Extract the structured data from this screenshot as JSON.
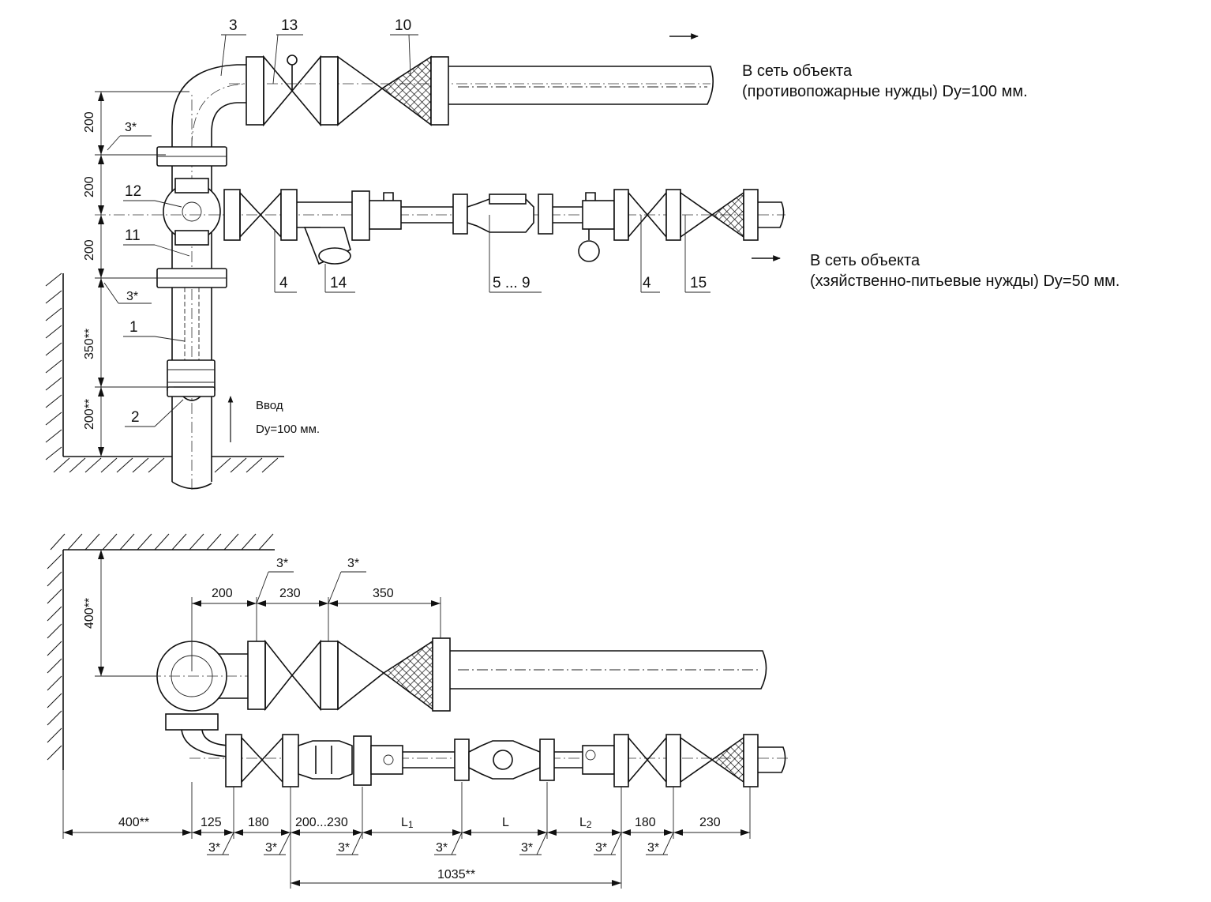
{
  "labels": {
    "n3": "3",
    "n13": "13",
    "n10": "10",
    "n12": "12",
    "n11": "11",
    "n1": "1",
    "n2": "2",
    "n4a": "4",
    "n14": "14",
    "n5_9": "5 ... 9",
    "n4b": "4",
    "n15": "15"
  },
  "outlets": {
    "fire_line1": "В сеть объекта",
    "fire_line2": "(противопожарные нужды) Dy=100 мм.",
    "domestic_line1": "В сеть объекта",
    "domestic_line2": "(хзяйственно-питьевые нужды) Dy=50 мм."
  },
  "inlet": {
    "line1": "Ввод",
    "line2": "Dy=100 мм."
  },
  "dims_top": {
    "v1": "200",
    "v2": "200",
    "v3": "200",
    "v4": "350**",
    "v5": "200**",
    "gap1": "3*",
    "gap2": "3*"
  },
  "dims_bottom": {
    "v_400": "400**",
    "h_200": "200",
    "h_230": "230",
    "h_350": "350",
    "gap_a": "3*",
    "gap_b": "3*",
    "b_400": "400**",
    "b_125": "125",
    "b_180a": "180",
    "b_200_230": "200...230",
    "b_L1": "L",
    "b_L1_sub": "1",
    "b_L": "L",
    "b_L2": "L",
    "b_L2_sub": "2",
    "b_180b": "180",
    "b_230": "230",
    "g1": "3*",
    "g2": "3*",
    "g3": "3*",
    "g4": "3*",
    "g5": "3*",
    "g6": "3*",
    "g7": "3*",
    "total": "1035**"
  },
  "icons": [
    "flow-arrow-icon",
    "gate-valve-icon",
    "strainer-icon",
    "water-meter-icon",
    "pressure-gauge-icon",
    "filter-icon"
  ]
}
